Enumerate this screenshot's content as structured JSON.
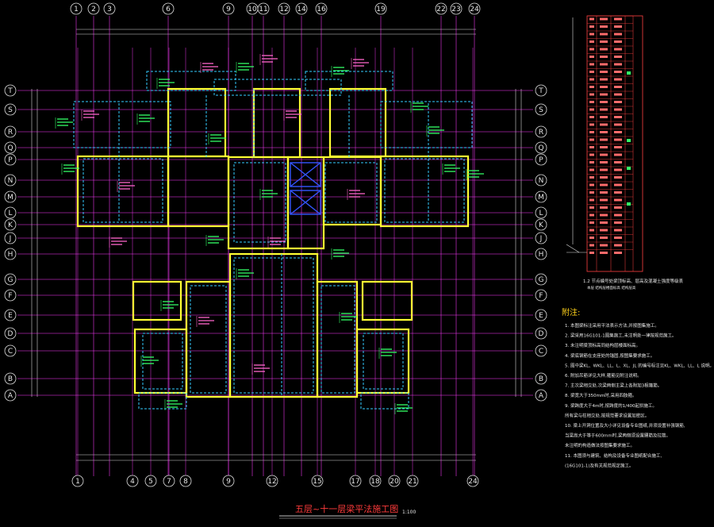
{
  "drawing": {
    "title": "五层~十一层梁平法施工图",
    "scale": "1:100",
    "notes_heading": "附注:",
    "legend_caption": "1.2  节点编号处梁顶标高、层高及混凝土强度等级表",
    "legend_subcaption": "本层  结构层楼面标高  结构层高",
    "top_axes": [
      "1",
      "2",
      "3",
      "6",
      "9",
      "10",
      "11",
      "12",
      "14",
      "16",
      "19",
      "22",
      "23",
      "24"
    ],
    "bottom_axes": [
      "1",
      "4",
      "5",
      "7",
      "8",
      "9",
      "12",
      "15",
      "17",
      "18",
      "20",
      "21",
      "24"
    ],
    "side_axes": [
      "T",
      "S",
      "R",
      "Q",
      "P",
      "N",
      "M",
      "L",
      "K",
      "J",
      "H",
      "G",
      "F",
      "E",
      "D",
      "C",
      "B",
      "A"
    ],
    "notes": [
      "1. 本图梁标注采用平法表示方法,并按图集施工。",
      "2. 梁采用16G101-1图集施工,未注明处一律按规范施工。",
      "3. 未注明梁顶标高同结构层楼面标高。",
      "4. 梁底钢筋在支座处的锚固,按图集要求施工。",
      "5. 图中梁KL、WKL、LL、L、XL、JL 的编号标注见KL、WKL、LL、L 说明。",
      "6. 附加吊筋详见大样,箍筋见附注说明。",
      "7. 主次梁相交处,次梁两侧主梁上各附加3根箍筋。",
      "8. 梁宽大于350mm时,采用四肢箍。",
      "9. 梁跨度大于4m时,按跨度的1/400起拱施工。",
      "   所有梁与柱相交处,按规范要求设置加密区。",
      "10. 梁上开洞位置及大小详见设备专业图纸,并须设置补强钢筋,",
      "    当梁高大于等于600mm时,梁两侧须设置腰筋及拉筋。",
      "    未注明的构造做法按图集要求施工。",
      "11. 本图须与建筑、结构及设备专业图纸配合施工,",
      "    (16G101-1)及有关规范规定施工。"
    ],
    "colors": {
      "grid": "#ff3bff",
      "walls": "#ffff33",
      "beams": "#33ccff",
      "title": "#ff3b3b",
      "dims": "#e0e0e0",
      "text_green": "#33ff66",
      "text_pink": "#ff66cc"
    }
  }
}
